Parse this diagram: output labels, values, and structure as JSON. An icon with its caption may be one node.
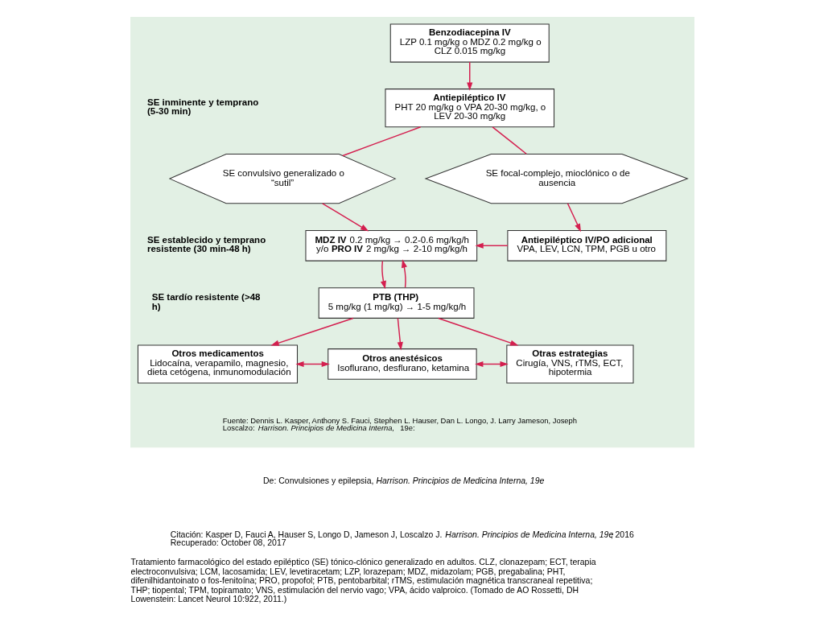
{
  "diagram": {
    "caption": "Tratamiento farmacológico del estado epiléptico (SE) tónico-clónico generalizado en adultos. CLZ, clonazepam; ECT, terapia electroconvulsiva; LCM, lacosamida; LEV, levetiracetam; LZP, lorazepam; MDZ, midazolam; PGB, pregabalina; PHT, difenilhidantoinato o fos-fenitoína; PRO, propofol; PTB, pentobarbital; rTMS, estimulación magnética transcraneal repetitiva; THP; tiopental; TPM, topiramato; VNS, estimulación del nervio vago; VPA, ácido valproico. (Tomado de AO Rossetti, DH Lowenstein: Lancet Neurol 10:922, 2011.)",
    "nodes": [
      {
        "text": [],
        "shape": "box"
      },
      {
        "text": [
          "Benzodiacepina IV",
          "LZP 0.1 mg/kg o MDZ 0.2 mg/kg o CLZ 0.015 mg/kg"
        ],
        "in": 0
      },
      {
        "text": [
          "Antiepiléptico IV",
          "PHT 20 mg/kg o VPA 20-30 mg/kg, o LEV 20-30 mg/kg"
        ],
        "in": 0
      },
      {
        "text": [
          "SE convulsivo generalizado o “sutil”"
        ],
        "in": 0
      },
      {
        "text": [
          "SE focal-complejo, mioclónico o de ausencia"
        ],
        "in": 0
      },
      {
        "text": [
          "**MDZ IV** 0.2 mg/kg → 0.2-0.6 mg/kg/h y/o **PRO IV** 2 mg/kg → 2-10 mg/kg/h"
        ],
        "in": 0
      },
      {
        "text": [
          "Antiepiléptico IV/PO adicional",
          "VPA, LEV, LCN, TPM, PGB u otro"
        ],
        "in": 0
      },
      {
        "text": [
          "PTB (THP)",
          "5 mg/kg (1 mg/kg) → 1-5 mg/kg/h"
        ],
        "in": 0
      },
      {
        "text": [
          "Otros medicamentos",
          "Lidocaína, verapamilo, magnesio, dieta cetógena, inmunomodulación"
        ],
        "in": 0
      },
      {
        "text": [
          "Otros anestésicos",
          "Isoflurano, desflurano, ketamina"
        ],
        "in": 0
      },
      {
        "text": [
          "Otras estrategias",
          "Cirugía, VNS, rTMS, ECT, hipotermia"
        ],
        "in": 0
      }
    ],
    "edges": [
      {
        "from": 1,
        "to": 2,
        "arrow": "to"
      },
      {
        "from": 2,
        "to": 3,
        "arrow": "none"
      },
      {
        "from": 2,
        "to": 4,
        "arrow": "none"
      },
      {
        "from": 3,
        "to": 5,
        "arrow": "to"
      },
      {
        "from": 4,
        "to": 6,
        "arrow": "to"
      },
      {
        "from": 6,
        "to": 5,
        "arrow": "to"
      },
      {
        "from": 5,
        "to": 7,
        "arrow": "to"
      },
      {
        "from": 7,
        "to": 5,
        "arrow": "to"
      },
      {
        "from": 7,
        "to": 8,
        "arrow": "to"
      },
      {
        "from": 7,
        "to": 9,
        "arrow": "to"
      },
      {
        "from": 7,
        "to": 10,
        "arrow": "to"
      },
      {
        "from": 8,
        "to": 9,
        "arrow": "both"
      },
      {
        "from": 9,
        "to": 10,
        "arrow": "both"
      }
    ],
    "labels": [
      "SE inminente y temprano (5-30 min)",
      "SE establecido y temprano resistente (30 min-48 h)",
      "SE tardío resistente (>48 h)",
      "Fuente: Dennis L. Kasper, Anthony S. Fauci, Stephen L. Hauser, Dan L. Longo, J. Larry Jameson, Joseph Loscalzo: *Harrison. Principios de Medicina Interna,* 19e:",
      "De: Convulsiones y epilepsia, *Harrison. Principios de Medicina Interna, 19e*",
      "Citación: Kasper D, Fauci A, Hauser S, Longo D, Jameson J, Loscalzo J. *Harrison. Principios de Medicina Interna, 19e*; 2016 Recuperado: October 08, 2017"
    ]
  }
}
